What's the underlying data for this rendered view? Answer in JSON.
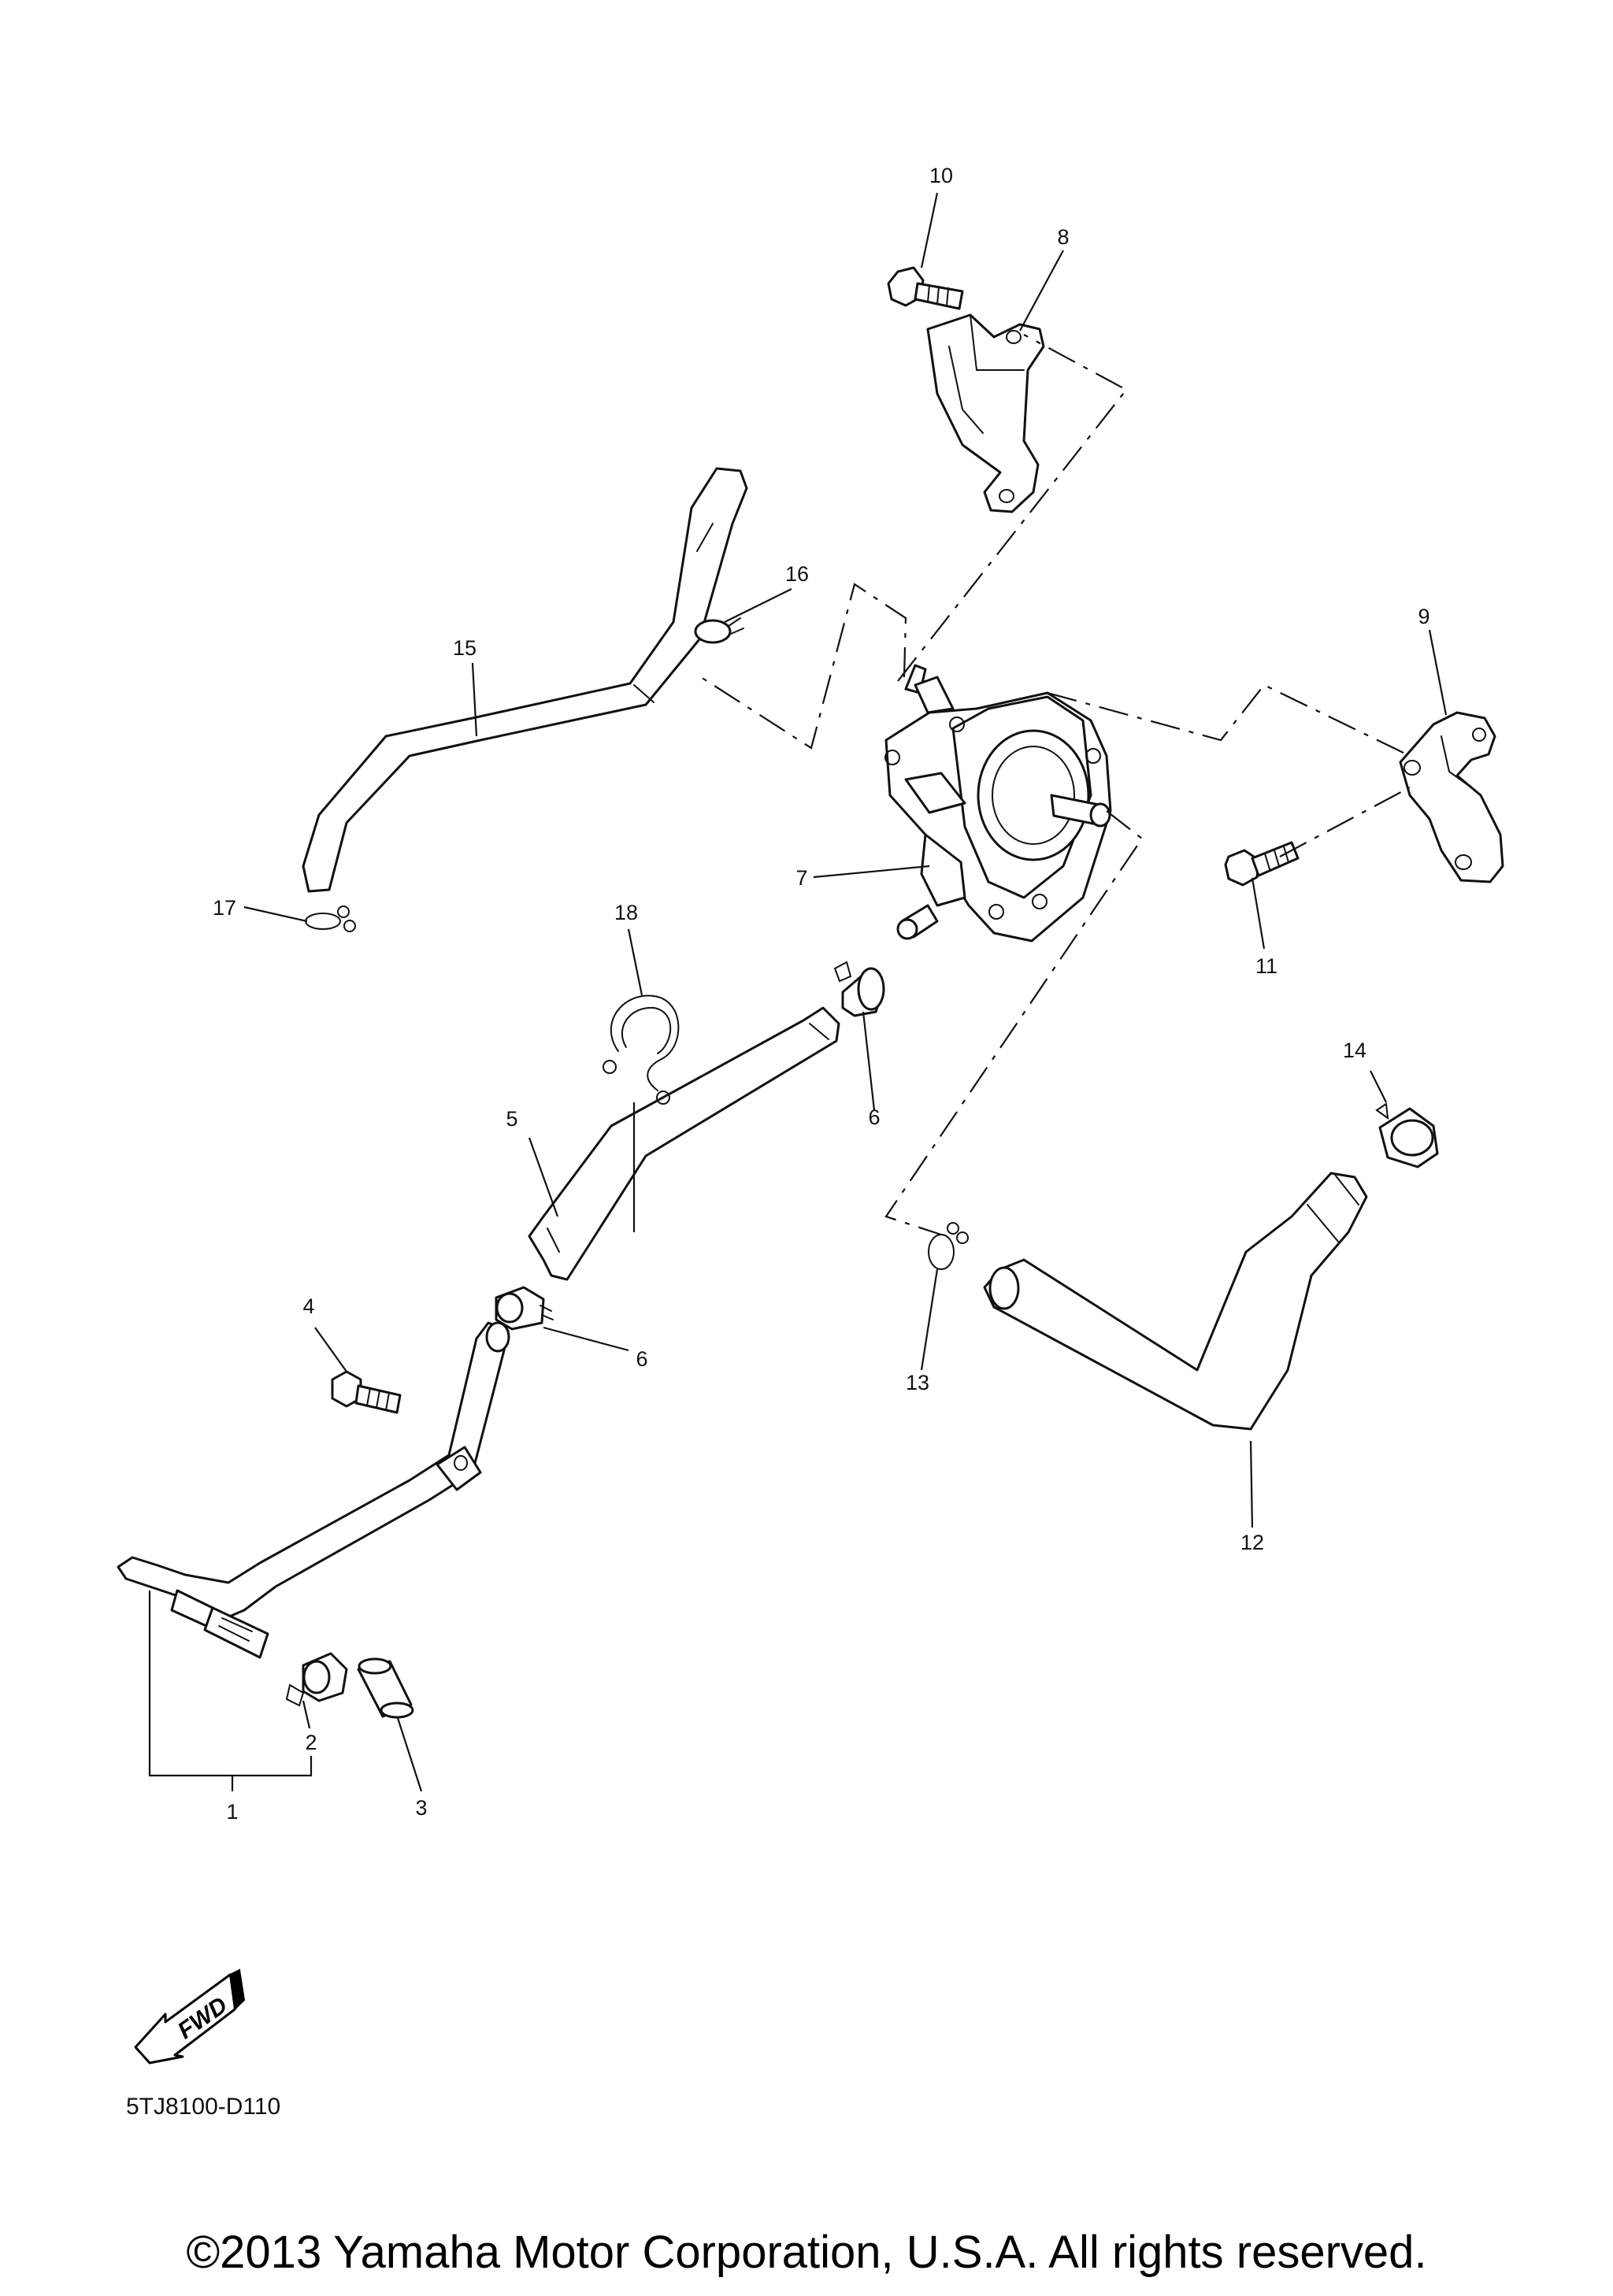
{
  "diagram": {
    "callouts": {
      "p1": "1",
      "p2": "2",
      "p3": "3",
      "p4": "4",
      "p5": "5",
      "p6a": "6",
      "p6b": "6",
      "p7": "7",
      "p8": "8",
      "p9": "9",
      "p10": "10",
      "p11": "11",
      "p12": "12",
      "p13": "13",
      "p14": "14",
      "p15": "15",
      "p16": "16",
      "p17": "17",
      "p18": "18"
    },
    "fwd_label": "FWD",
    "diagram_code": "5TJ8100-D110",
    "copyright": "©2013 Yamaha Motor Corporation, U.S.A. All rights reserved."
  }
}
